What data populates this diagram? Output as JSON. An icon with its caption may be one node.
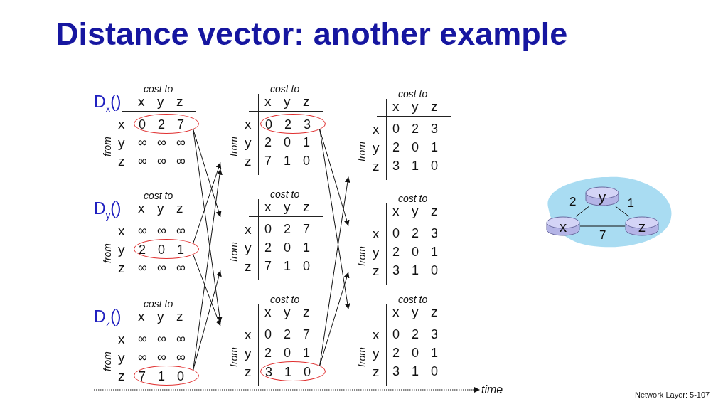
{
  "diagram": {
    "title": "Distance vector: another example",
    "nodes": [
      {
        "text": [
          "D$_{x}$()",
          "cost to",
          "x",
          "y",
          "z",
          "from",
          "x",
          "y",
          "z"
        ]
      },
      {
        "text": [
          "0",
          "2",
          "7"
        ],
        "in": 0
      },
      {
        "text": [
          "∞",
          "∞",
          "∞"
        ],
        "in": 0
      },
      {
        "text": [
          "∞",
          "∞",
          "∞"
        ],
        "in": 0
      },
      {
        "text": [
          "D$_{y}$()",
          "cost to",
          "x",
          "y",
          "z",
          "from",
          "x",
          "y",
          "z"
        ]
      },
      {
        "text": [
          "∞",
          "∞",
          "∞"
        ],
        "in": 4
      },
      {
        "text": [
          "2",
          "0",
          "1"
        ],
        "in": 4
      },
      {
        "text": [
          "∞",
          "∞",
          "∞"
        ],
        "in": 4
      },
      {
        "text": [
          "D$_{z}$()",
          "cost to",
          "x",
          "y",
          "z",
          "from",
          "x",
          "y",
          "z"
        ]
      },
      {
        "text": [
          "∞",
          "∞",
          "∞"
        ],
        "in": 8
      },
      {
        "text": [
          "∞",
          "∞",
          "∞"
        ],
        "in": 8
      },
      {
        "text": [
          "7",
          "1",
          "0"
        ],
        "in": 8
      },
      {
        "text": [
          "cost to",
          "x",
          "y",
          "z",
          "from",
          "x",
          "y",
          "z"
        ]
      },
      {
        "text": [
          "0",
          "2",
          "3"
        ],
        "in": 12
      },
      {
        "text": [
          "2",
          "0",
          "1"
        ],
        "in": 12
      },
      {
        "text": [
          "7",
          "1",
          "0"
        ],
        "in": 12
      },
      {
        "text": [
          "cost to",
          "x",
          "y",
          "z",
          "from",
          "x",
          "y",
          "z"
        ]
      },
      {
        "text": [
          "0",
          "2",
          "7"
        ],
        "in": 16
      },
      {
        "text": [
          "2",
          "0",
          "1"
        ],
        "in": 16
      },
      {
        "text": [
          "7",
          "1",
          "0"
        ],
        "in": 16
      },
      {
        "text": [
          "cost to",
          "x",
          "y",
          "z",
          "from",
          "x",
          "y",
          "z"
        ]
      },
      {
        "text": [
          "0",
          "2",
          "7"
        ],
        "in": 20
      },
      {
        "text": [
          "2",
          "0",
          "1"
        ],
        "in": 20
      },
      {
        "text": [
          "3",
          "1",
          "0"
        ],
        "in": 20
      },
      {
        "text": [
          "cost to",
          "x",
          "y",
          "z",
          "from",
          "x",
          "y",
          "z"
        ]
      },
      {
        "text": [
          "0",
          "2",
          "3"
        ],
        "in": 24
      },
      {
        "text": [
          "2",
          "0",
          "1"
        ],
        "in": 24
      },
      {
        "text": [
          "3",
          "1",
          "0"
        ],
        "in": 24
      },
      {
        "text": [
          "cost to",
          "x",
          "y",
          "z",
          "from",
          "x",
          "y",
          "z"
        ]
      },
      {
        "text": [
          "0",
          "2",
          "3"
        ],
        "in": 28
      },
      {
        "text": [
          "2",
          "0",
          "1"
        ],
        "in": 28
      },
      {
        "text": [
          "3",
          "1",
          "0"
        ],
        "in": 28
      },
      {
        "text": [
          "cost to",
          "x",
          "y",
          "z",
          "from",
          "x",
          "y",
          "z"
        ]
      },
      {
        "text": [
          "0",
          "2",
          "3"
        ],
        "in": 32
      },
      {
        "text": [
          "2",
          "0",
          "1"
        ],
        "in": 32
      },
      {
        "text": [
          "3",
          "1",
          "0"
        ],
        "in": 32
      },
      {
        "text": [],
        "shape": "cloud"
      },
      {
        "text": [
          "x"
        ],
        "in": 36
      },
      {
        "text": [
          "y"
        ],
        "in": 36
      },
      {
        "text": [
          "z"
        ],
        "in": 36
      }
    ],
    "edges": [
      {
        "from": 1,
        "to": 16,
        "arrow": "to"
      },
      {
        "from": 1,
        "to": 20,
        "arrow": "to"
      },
      {
        "from": 6,
        "to": 12,
        "arrow": "to"
      },
      {
        "from": 6,
        "to": 20,
        "arrow": "to"
      },
      {
        "from": 11,
        "to": 12,
        "arrow": "to"
      },
      {
        "from": 11,
        "to": 16,
        "arrow": "to"
      },
      {
        "from": 13,
        "to": 28,
        "arrow": "to"
      },
      {
        "from": 13,
        "to": 32,
        "arrow": "to"
      },
      {
        "from": 23,
        "to": 24,
        "arrow": "to"
      },
      {
        "from": 23,
        "to": 28,
        "arrow": "to"
      },
      {
        "from": 37,
        "to": 38,
        "label": "2",
        "arrow": "none"
      },
      {
        "from": 38,
        "to": 39,
        "label": "1",
        "arrow": "none"
      },
      {
        "from": 37,
        "to": 39,
        "label": "7",
        "arrow": "none"
      }
    ],
    "labels": [
      "time",
      "Network Layer: 5-107"
    ]
  }
}
